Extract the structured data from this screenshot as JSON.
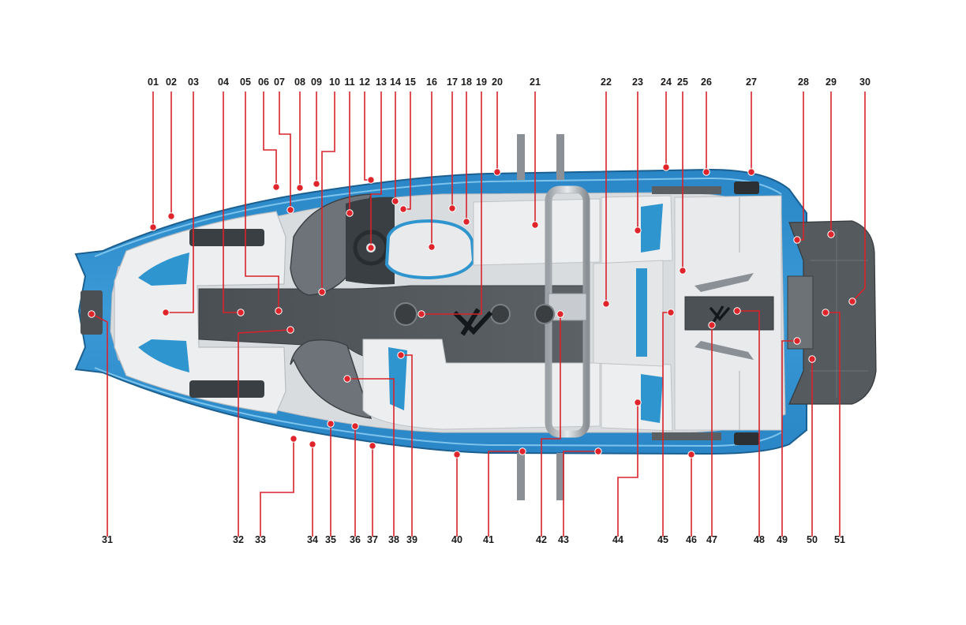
{
  "diagram": {
    "callouts": [
      "01",
      "02",
      "03",
      "04",
      "05",
      "06",
      "07",
      "08",
      "09",
      "10",
      "11",
      "12",
      "13",
      "14",
      "15",
      "16",
      "17",
      "18",
      "19",
      "20",
      "21",
      "22",
      "23",
      "24",
      "25",
      "26",
      "27",
      "28",
      "29",
      "30",
      "31",
      "32",
      "33",
      "34",
      "35",
      "36",
      "37",
      "38",
      "39",
      "40",
      "41",
      "42",
      "43",
      "44",
      "45",
      "46",
      "47",
      "48",
      "49",
      "50",
      "51"
    ],
    "colors": {
      "hull_blue": "#2d8fcf",
      "hull_dark": "#1f6fa8",
      "upholstery": "#e6e8ea",
      "accent_blue": "#2f95cf",
      "deck_mat": "#555a5e",
      "callout_red": "#e0242b"
    }
  }
}
